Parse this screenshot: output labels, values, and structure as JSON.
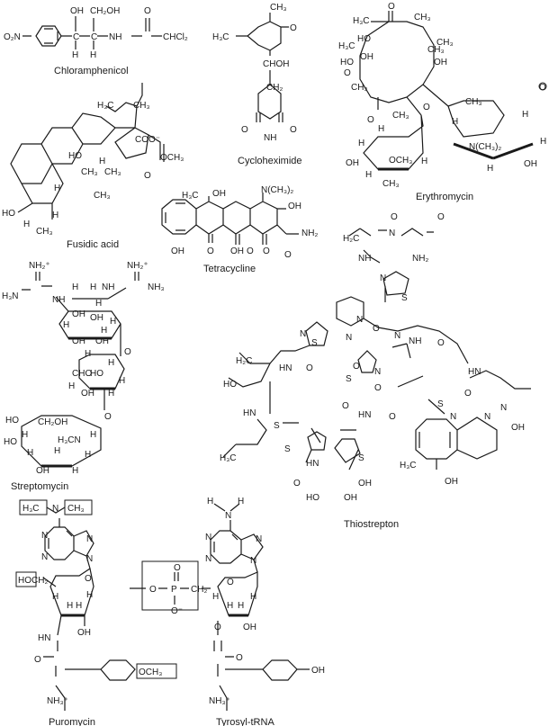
{
  "molecules": [
    {
      "id": "chloramphenicol",
      "name": "Chloramphenicol",
      "atoms": [
        "O₂N",
        "OH",
        "CH₂OH",
        "O",
        "NH",
        "CHCl₂",
        "C",
        "C",
        "H",
        "H"
      ]
    },
    {
      "id": "cycloheximide",
      "name": "Cycloheximide",
      "atoms": [
        "CH₃",
        "O",
        "H₃C",
        "CHOH",
        "CH₂",
        "NH",
        "O",
        "O"
      ]
    },
    {
      "id": "erythromycin",
      "name": "Erythromycin",
      "atoms": [
        "O",
        "H₃C",
        "CH₃",
        "HO",
        "H₃C",
        "OH",
        "CH₃",
        "HO",
        "CH₃",
        "OH",
        "CH₃",
        "O",
        "O",
        "O",
        "CH₃",
        "O",
        "CH₃",
        "H",
        "H",
        "N(CH₃)₂",
        "OH",
        "H",
        "H",
        "H",
        "H",
        "OCH₃",
        "OH",
        "H",
        "H",
        "CH₃"
      ]
    },
    {
      "id": "fusidic-acid",
      "name": "Fusidic acid",
      "atoms": [
        "H₃C",
        "CH₃",
        "COO⁻",
        "HO",
        "O",
        "OCH₃",
        "H",
        "CH₃",
        "CH₃",
        "CH₃",
        "H",
        "H",
        "HO",
        "H",
        "CH₃"
      ]
    },
    {
      "id": "tetracycline",
      "name": "Tetracycline",
      "atoms": [
        "H₃C",
        "OH",
        "N(CH₃)₂",
        "OH",
        "NH₂",
        "O",
        "OH",
        "O",
        "OH",
        "O",
        "O"
      ]
    },
    {
      "id": "streptomycin",
      "name": "Streptomycin",
      "atoms": [
        "NH₂⁺",
        "NH₂⁺",
        "H₃N",
        "NH",
        "NH",
        "NH₃",
        "H",
        "H",
        "H",
        "OH",
        "OH",
        "H",
        "OH",
        "H",
        "OH",
        "H",
        "H",
        "CHO",
        "HO",
        "O",
        "OH",
        "H",
        "H",
        "H",
        "H",
        "O",
        "CH₂OH",
        "HO",
        "H",
        "H₃CN",
        "H",
        "HO",
        "H",
        "OH",
        "H",
        "H",
        "H"
      ]
    },
    {
      "id": "thiostrepton",
      "name": "Thiostrepton",
      "atoms": [
        "O",
        "H₂C",
        "N",
        "O",
        "NH",
        "NH₂",
        "N",
        "S",
        "S",
        "N",
        "N",
        "N",
        "H₂C",
        "HN",
        "O",
        "HO",
        "O",
        "N",
        "NH",
        "O",
        "O",
        "N",
        "HN",
        "S",
        "O",
        "S",
        "O",
        "O",
        "O",
        "N",
        "N",
        "HN",
        "HN",
        "S",
        "S",
        "S",
        "HN",
        "H₃C",
        "O",
        "HO",
        "OH",
        "OH",
        "N",
        "OH",
        "H₃C",
        "OH"
      ]
    },
    {
      "id": "puromycin",
      "name": "Puromycin",
      "atoms": [
        "H₃C",
        "N",
        "CH₃",
        "N",
        "N",
        "N",
        "N",
        "HOCH₂",
        "O",
        "H",
        "H",
        "H",
        "H",
        "HN",
        "OH",
        "O",
        "NH₃⁺",
        "OCH₃"
      ]
    },
    {
      "id": "tyrosyl-trna",
      "name": "Tyrosyl-tRNA",
      "atoms": [
        "H",
        "N",
        "H",
        "N",
        "N",
        "N",
        "N",
        "O",
        "P",
        "O",
        "CH₂",
        "O⁻",
        "O",
        "H",
        "H",
        "H",
        "H",
        "O",
        "OH",
        "O",
        "NH₃⁺",
        "OH"
      ]
    }
  ]
}
